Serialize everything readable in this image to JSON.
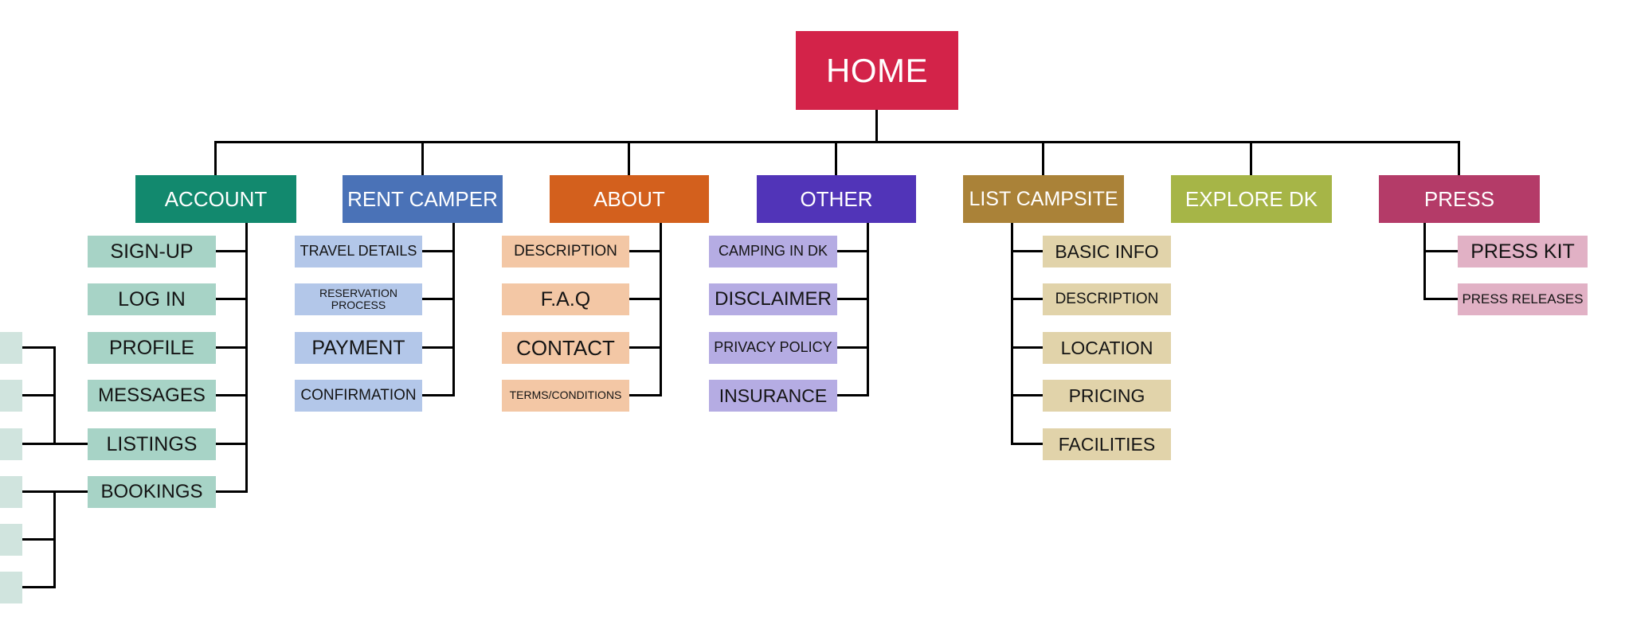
{
  "root": {
    "label": "HOME",
    "color": "#D32349"
  },
  "sections": [
    {
      "label": "ACCOUNT",
      "color": "#12896E",
      "child_color": "#A7D3C6",
      "children": [
        "SIGN-UP",
        "LOG IN",
        "PROFILE",
        "MESSAGES",
        "LISTINGS",
        "BOOKINGS"
      ]
    },
    {
      "label": "RENT CAMPER",
      "color": "#4A72B7",
      "child_color": "#B3C7E9",
      "children": [
        "TRAVEL DETAILS",
        "RESERVATION PROCESS",
        "PAYMENT",
        "CONFIRMATION"
      ]
    },
    {
      "label": "ABOUT",
      "color": "#D3601D",
      "child_color": "#F3C7A5",
      "children": [
        "DESCRIPTION",
        "F.A.Q",
        "CONTACT",
        "TERMS/CONDITIONS"
      ]
    },
    {
      "label": "OTHER",
      "color": "#5134B8",
      "child_color": "#B5ACE3",
      "children": [
        "CAMPING IN DK",
        "DISCLAIMER",
        "PRIVACY POLICY",
        "INSURANCE"
      ]
    },
    {
      "label": "LIST CAMPSITE",
      "color": "#AA8238",
      "child_color": "#E1D3AA",
      "children": [
        "BASIC INFO",
        "DESCRIPTION",
        "LOCATION",
        "PRICING",
        "FACILITIES"
      ]
    },
    {
      "label": "EXPLORE DK",
      "color": "#A6B547",
      "child_color": null,
      "children": []
    },
    {
      "label": "PRESS",
      "color": "#B43B68",
      "child_color": "#E1B1C5",
      "children": [
        "PRESS KIT",
        "PRESS RELEASES"
      ]
    }
  ],
  "truncated_nodes": {
    "count": 6,
    "color": "#D0E4DE"
  },
  "connector_color": "#000000",
  "background_color": "#FFFFFF"
}
